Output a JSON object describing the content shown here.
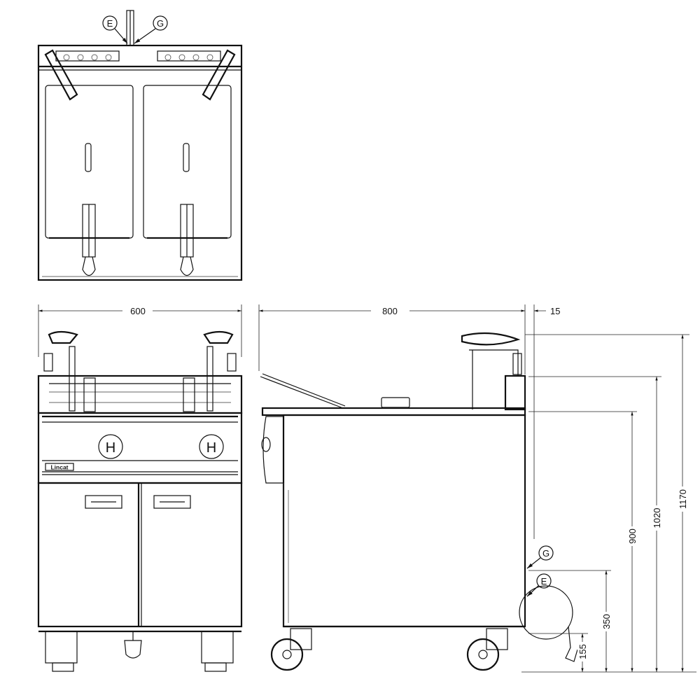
{
  "callouts": {
    "E": "E",
    "G": "G"
  },
  "brand": "Lincat",
  "dimensions": {
    "width": "600",
    "depth": "800",
    "overhang": "15",
    "height_total": "1170",
    "height_flue": "1020",
    "height_worktop": "900",
    "height_gas": "350",
    "height_electric": "155"
  },
  "colors": {
    "line": "#111111",
    "background": "#ffffff"
  }
}
